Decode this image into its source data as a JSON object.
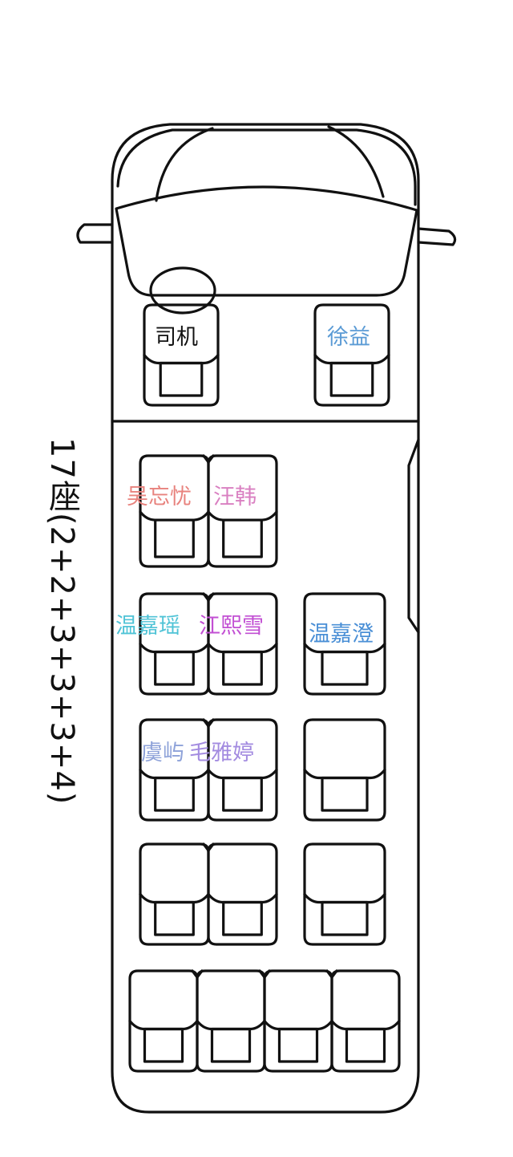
{
  "title": "17座(2+2+3+3+3+4)",
  "colors": {
    "outline": "#111111",
    "driver": "#111111",
    "xu_yi": "#5b9bd5",
    "wu_wangyou": "#e8837e",
    "wang_han": "#d97fc1",
    "wen_jiayao": "#4fc3d6",
    "jiang_xixue": "#c24fd3",
    "wen_jiacheng": "#4a8fd6",
    "yu_yu": "#8ea2d9",
    "mao_yating": "#a38be0"
  },
  "labels": {
    "driver": "司机",
    "front_passenger": "徐益",
    "row1_left": "吴忘忧",
    "row1_right": "汪韩",
    "row2_left": "温嘉瑶",
    "row2_middle": "江熙雪",
    "row2_right": "温嘉澄",
    "row3_left": "虞屿",
    "row3_middle": "毛雅婷"
  }
}
